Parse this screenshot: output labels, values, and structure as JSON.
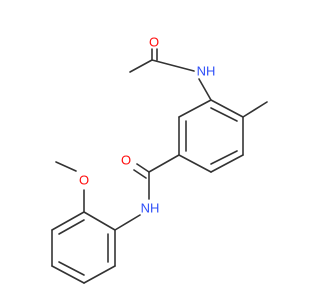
{
  "molecule": {
    "atoms": [
      {
        "id": "o-acetyl",
        "label": "O",
        "color": "#ff0d0d"
      },
      {
        "id": "n-acetamido",
        "label": "NH",
        "color": "#3050f8"
      },
      {
        "id": "o-amide",
        "label": "O",
        "color": "#ff0d0d"
      },
      {
        "id": "o-methoxy",
        "label": "O",
        "color": "#ff0d0d"
      },
      {
        "id": "n-amide",
        "label": "NH",
        "color": "#3050f8"
      }
    ],
    "bond_color": "#333333",
    "background": "#ffffff"
  }
}
